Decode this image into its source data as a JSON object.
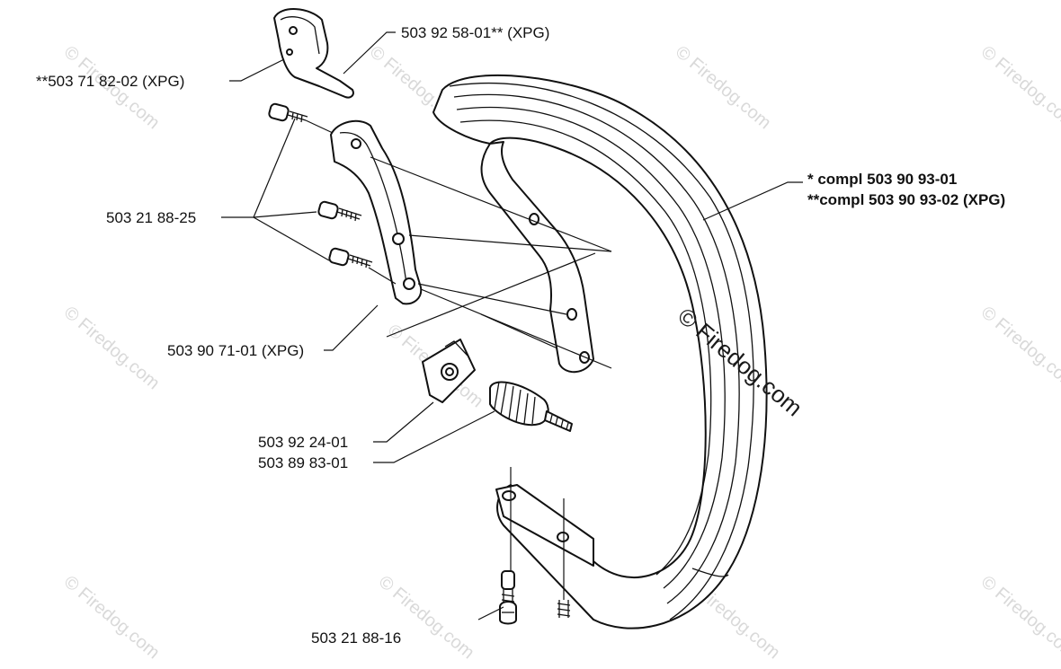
{
  "labels": {
    "guard_lever": "503 92 58-01** (XPG)",
    "switch": "**503 71 82-02 (XPG)",
    "screw_top": "503 21 88-25",
    "bracket": "503 90 71-01 (XPG)",
    "damper_plate": "503 92 24-01",
    "spring_damper": "503 89 83-01",
    "screw_bottom": "503 21 88-16",
    "handle_line1": "*  compl 503 90 93-01",
    "handle_line2": "**compl 503 90 93-02 (XPG)"
  },
  "watermark": {
    "text": "© Firedog.com"
  }
}
